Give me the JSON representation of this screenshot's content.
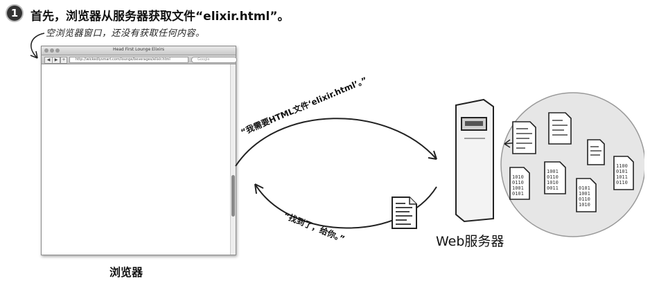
{
  "step": {
    "number": "1",
    "title": "首先，浏览器从服务器获取文件“elixir.html”。"
  },
  "annotation": "空浏览器窗口，还没有获取任何内容。",
  "browser": {
    "window_title": "Head First Lounge Elixirs",
    "url": "http://wickedlysmart.com/lounge/beverages/elixir.html",
    "search_placeholder": "Google",
    "label": "浏览器"
  },
  "request_text": "“我需要HTML文件‘elixir.html’。”",
  "response_text": "“找到了，给你。”",
  "server": {
    "label": "Web服务器"
  },
  "icons": [
    "html-document-icon",
    "binary-file-icon",
    "server-tower-icon"
  ]
}
